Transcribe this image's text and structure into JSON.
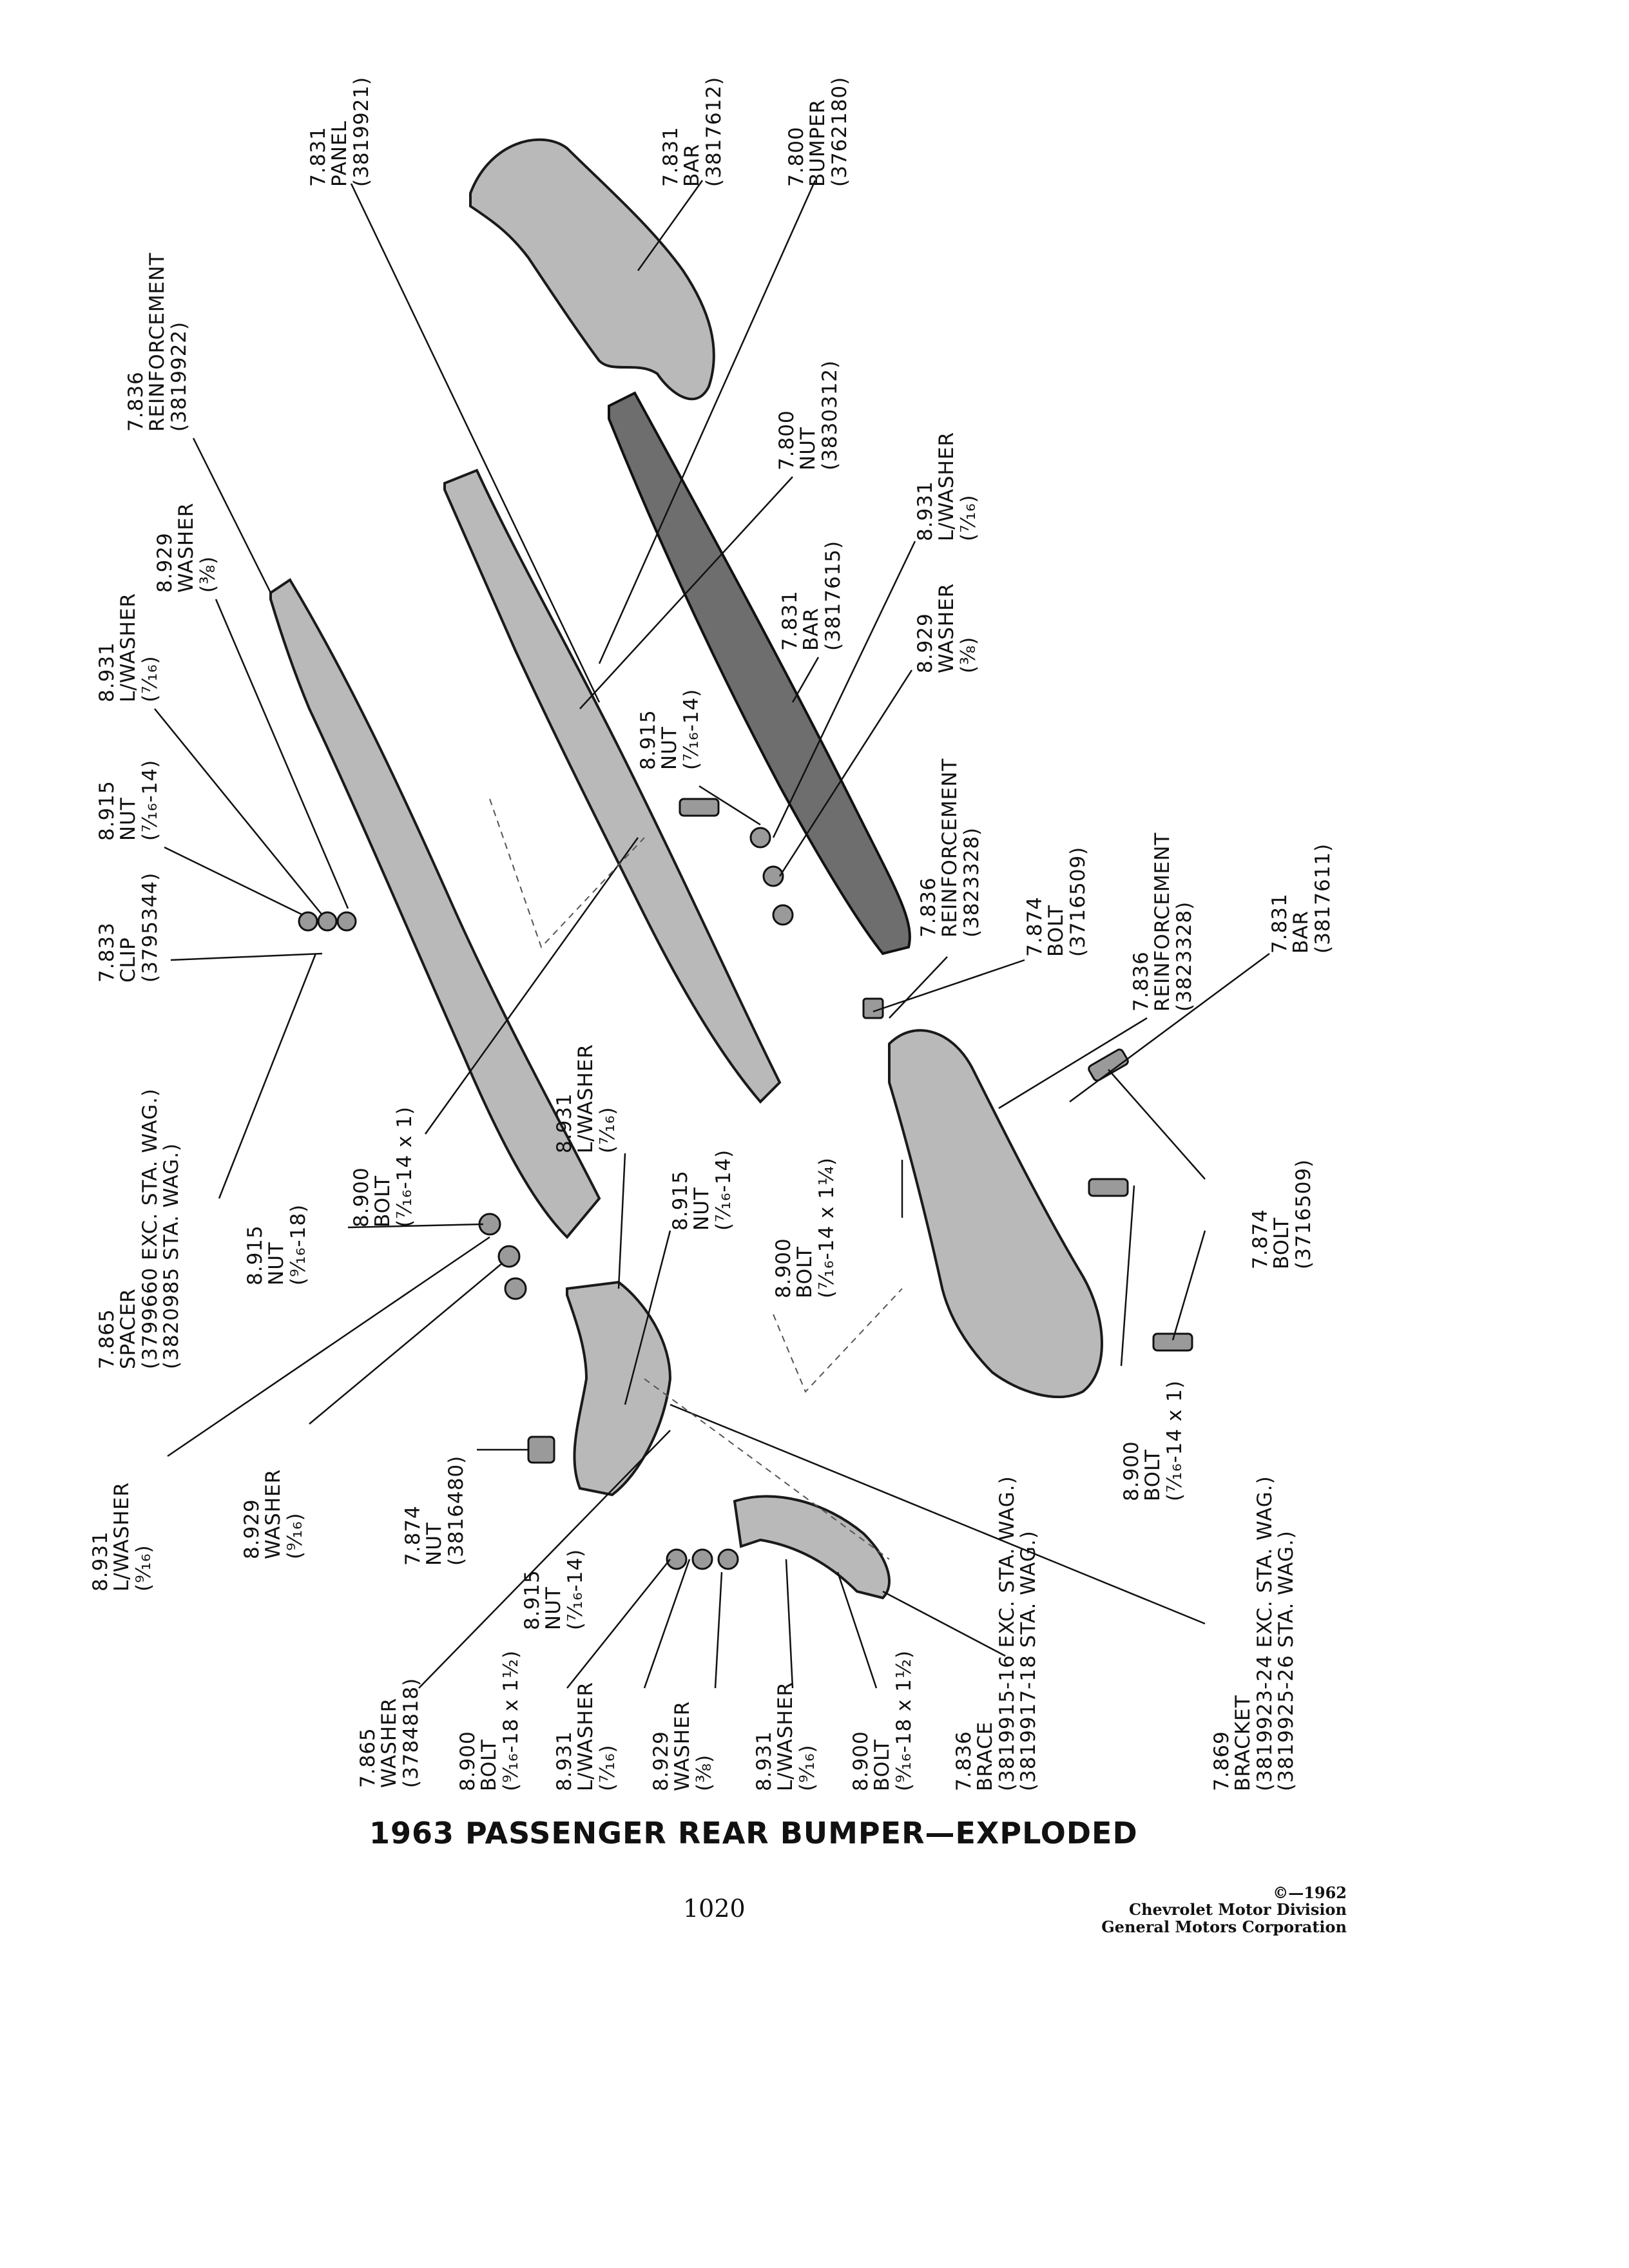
{
  "title": "1963 PASSENGER REAR BUMPER—EXPLODED",
  "page_number": "1020",
  "copyright": [
    "©—1962",
    "Chevrolet Motor Division",
    "General Motors Corporation"
  ],
  "callouts": [
    {
      "id": "c01",
      "lines": [
        "7.831",
        "PANEL",
        "(3819921)"
      ]
    },
    {
      "id": "c02",
      "lines": [
        "7.831",
        "BAR",
        "(3817612)"
      ]
    },
    {
      "id": "c03",
      "lines": [
        "7.800",
        "BUMPER",
        "(3762180)"
      ]
    },
    {
      "id": "c04",
      "lines": [
        "7.836",
        "REINFORCEMENT",
        "(3819922)"
      ]
    },
    {
      "id": "c05",
      "lines": [
        "8.929",
        "WASHER",
        "(⅜)"
      ]
    },
    {
      "id": "c06",
      "lines": [
        "8.931",
        "L/WASHER",
        "(⁷⁄₁₆)"
      ]
    },
    {
      "id": "c07",
      "lines": [
        "8.915",
        "NUT",
        "(⁷⁄₁₆-14)"
      ]
    },
    {
      "id": "c08",
      "lines": [
        "7.833",
        "CLIP",
        "(3795344)"
      ]
    },
    {
      "id": "c09",
      "lines": [
        "7.800",
        "NUT",
        "(3830312)"
      ]
    },
    {
      "id": "c10",
      "lines": [
        "8.931",
        "L/WASHER",
        "(⁷⁄₁₆)"
      ]
    },
    {
      "id": "c11",
      "lines": [
        "7.831",
        "BAR",
        "(3817615)"
      ]
    },
    {
      "id": "c12",
      "lines": [
        "8.929",
        "WASHER",
        "(⅜)"
      ]
    },
    {
      "id": "c13",
      "lines": [
        "8.915",
        "NUT",
        "(⁷⁄₁₆-14)"
      ]
    },
    {
      "id": "c14",
      "lines": [
        "7.836",
        "REINFORCEMENT",
        "(3823328)"
      ]
    },
    {
      "id": "c15",
      "lines": [
        "7.874",
        "BOLT",
        "(3716509)"
      ]
    },
    {
      "id": "c16",
      "lines": [
        "7.836",
        "REINFORCEMENT",
        "(3823328)"
      ]
    },
    {
      "id": "c17",
      "lines": [
        "7.831",
        "BAR",
        "(3817611)"
      ]
    },
    {
      "id": "c18",
      "lines": [
        "7.865",
        "SPACER",
        "(3799660 EXC. STA. WAG.)",
        "(3820985 STA. WAG.)"
      ]
    },
    {
      "id": "c19",
      "lines": [
        "8.915",
        "NUT",
        "(⁹⁄₁₆-18)"
      ]
    },
    {
      "id": "c20",
      "lines": [
        "8.900",
        "BOLT",
        "(⁷⁄₁₆-14 x 1)"
      ]
    },
    {
      "id": "c21",
      "lines": [
        "8.931",
        "L/WASHER",
        "(⁷⁄₁₆)"
      ]
    },
    {
      "id": "c22",
      "lines": [
        "8.915",
        "NUT",
        "(⁷⁄₁₆-14)"
      ]
    },
    {
      "id": "c23",
      "lines": [
        "8.900",
        "BOLT",
        "(⁷⁄₁₆-14 x 1¼)"
      ]
    },
    {
      "id": "c24",
      "lines": [
        "7.874",
        "BOLT",
        "(3716509)"
      ]
    },
    {
      "id": "c25",
      "lines": [
        "8.931",
        "L/WASHER",
        "(⁹⁄₁₆)"
      ]
    },
    {
      "id": "c26",
      "lines": [
        "8.929",
        "WASHER",
        "(⁹⁄₁₆)"
      ]
    },
    {
      "id": "c27",
      "lines": [
        "7.874",
        "NUT",
        "(3816480)"
      ]
    },
    {
      "id": "c28",
      "lines": [
        "8.900",
        "BOLT",
        "(⁷⁄₁₆-14 x 1)"
      ]
    },
    {
      "id": "c29",
      "lines": [
        "7.865",
        "WASHER",
        "(3784818)"
      ]
    },
    {
      "id": "c30",
      "lines": [
        "8.915",
        "NUT",
        "(⁷⁄₁₆-14)"
      ]
    },
    {
      "id": "c31",
      "lines": [
        "8.900",
        "BOLT",
        "(⁹⁄₁₆-18 x 1½)"
      ]
    },
    {
      "id": "c32",
      "lines": [
        "8.931",
        "L/WASHER",
        "(⁷⁄₁₆)"
      ]
    },
    {
      "id": "c33",
      "lines": [
        "8.929",
        "WASHER",
        "(⅜)"
      ]
    },
    {
      "id": "c34",
      "lines": [
        "8.931",
        "L/WASHER",
        "(⁹⁄₁₆)"
      ]
    },
    {
      "id": "c35",
      "lines": [
        "8.900",
        "BOLT",
        "(⁹⁄₁₆-18 x 1½)"
      ]
    },
    {
      "id": "c36",
      "lines": [
        "7.836",
        "BRACE",
        "(3819915-16 EXC. STA. WAG.)",
        "(3819917-18 STA. WAG.)"
      ]
    },
    {
      "id": "c37",
      "lines": [
        "7.869",
        "BRACKET",
        "(3819923-24 EXC. STA. WAG.)",
        "(3819925-26 STA. WAG.)"
      ]
    }
  ]
}
